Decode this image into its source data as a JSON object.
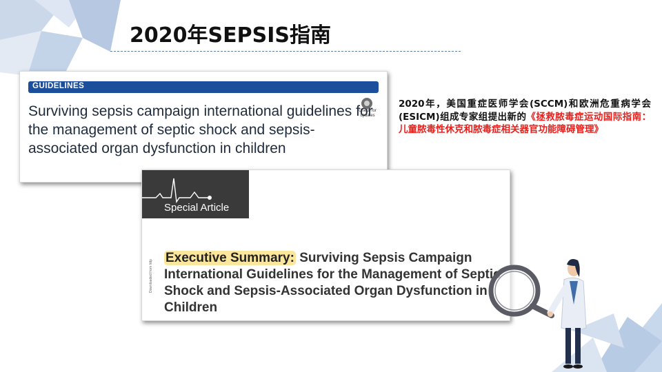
{
  "slide": {
    "title": "2020年SEPSIS指南",
    "colors": {
      "accent_blue": "#1b4f9c",
      "deco_blue": "#c9d7ea",
      "highlight": "#fbe69c",
      "red_text": "#e8201c"
    }
  },
  "card1": {
    "section_label": "GUIDELINES",
    "title": "Surviving sepsis campaign international guidelines for the management of septic shock and sepsis-associated organ dysfunction in children",
    "badge_line1": "Check for",
    "badge_line2": "updates"
  },
  "card2": {
    "tag": "Special Article",
    "highlight": "Executive Summary:",
    "title_rest": " Surviving Sepsis Campaign International Guidelines for the Management of Septic Shock and Sepsis-Associated Organ Dysfunction in Children",
    "side_text": "Downloaded from http"
  },
  "description": {
    "black_text": "2020年，美国重症医师学会(SCCM)和欧洲危重病学会(ESICM)组成专家组提出新的",
    "red_text": "《拯救脓毒症运动国际指南：儿童脓毒性休克和脓毒症相关器官功能障碍管理》"
  },
  "icons": [
    "ecg-line-icon",
    "check-updates-icon",
    "magnifier-doctor-illustration"
  ]
}
